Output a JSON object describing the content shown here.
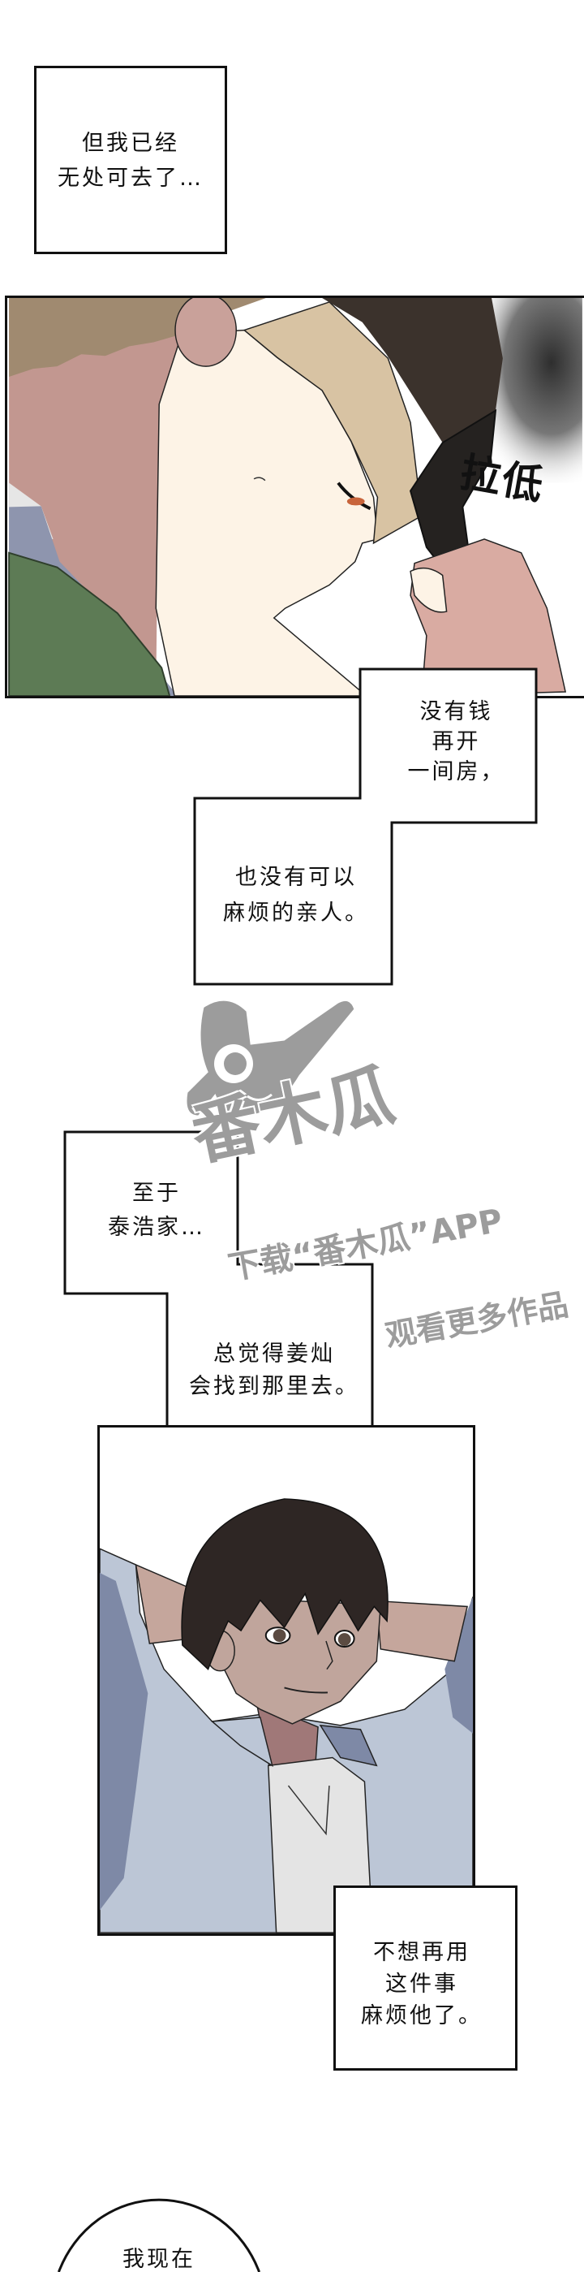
{
  "captions": {
    "box1": [
      "但我已经",
      "无处可去了…"
    ],
    "box2": [
      "没有钱",
      "再开",
      "一间房，"
    ],
    "box3": [
      "也没有可以",
      "麻烦的亲人。"
    ],
    "box4": [
      "至于",
      "泰浩家…"
    ],
    "box5": [
      "总觉得姜灿",
      "会找到那里去。"
    ],
    "box6": [
      "不想再用",
      "这件事",
      "麻烦他了。"
    ],
    "bubble": [
      "我现在"
    ]
  },
  "sfx": "拉低",
  "watermark": {
    "brand": "番木瓜",
    "line1": "下载“番木瓜”APP",
    "line2": "观看更多作品"
  },
  "colors": {
    "ink": "#111111",
    "watermark": "#9c9c9c",
    "skin_light": "#fdf3e6",
    "cap": "#3b322c",
    "jacket": "#5d7b55",
    "shirt_blue": "#bcc6d6"
  }
}
